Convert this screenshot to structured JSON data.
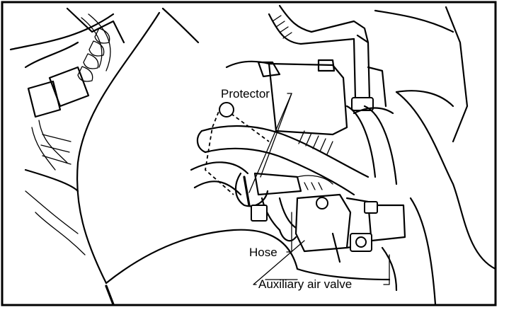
{
  "labels": {
    "protector": "Protector",
    "hose": "Hose",
    "auxiliary_air_valve": "Auxiliary air valve"
  },
  "colors": {
    "ink": "#000000",
    "paper": "#ffffff"
  }
}
